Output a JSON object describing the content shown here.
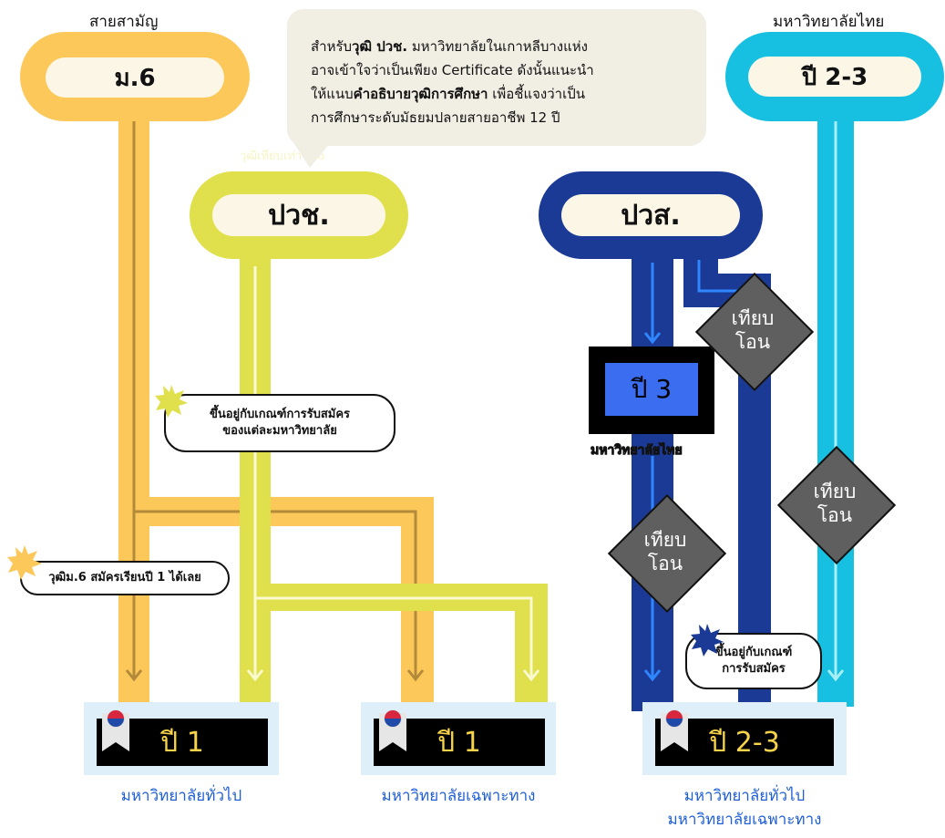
{
  "left_track": {
    "caption": "สายสามัญ",
    "node": "ม.6"
  },
  "right_track": {
    "caption": "มหาวิทยาลัยไทย",
    "node": "ปี 2-3"
  },
  "pvc_node": "ปวช.",
  "pvs_node": "ปวส.",
  "note": {
    "line1_pre": "สำหรับ",
    "line1_bold": "วุฒิ ปวช.",
    "line1_post": " มหาวิทยาลัยในเกาหลีบางแห่ง",
    "line2": "อาจเข้าใจว่าเป็นเพียง Certificate ดังนั้นแนะนำ",
    "line3_pre": "ให้แนบ",
    "line3_bold": "คำอธิบายวุฒิการศึกษา",
    "line3_post": " เพื่อชี้แจงว่าเป็น",
    "line4": "การศึกษาระดับมัธยมปลายสายอาชีพ 12 ปี",
    "ghost_label": "วุฒิเทียบเท่า ม.6"
  },
  "bubbles": {
    "criteria_each_uni_line1": "ขึ้นอยู่กับเกณฑ์การรับสมัคร",
    "criteria_each_uni_line2": "ของแต่ละมหาวิทยาลัย",
    "m6_apply": "วุฒิม.6 สมัครเรียนปี 1 ได้เลย",
    "criteria_line1": "ขึ้นอยู่กับเกณฑ์",
    "criteria_line2": "การรับสมัคร"
  },
  "year3_box": {
    "label": "ปี 3",
    "caption": "มหาวิทยาลัยไทย"
  },
  "transfer_label_line1": "เทียบ",
  "transfer_label_line2": "โอน",
  "destinations": [
    {
      "label": "ปี 1",
      "footer_line1": "มหาวิทยาลัยทั่วไป",
      "footer_line2": ""
    },
    {
      "label": "ปี 1",
      "footer_line1": "มหาวิทยาลัยเฉพาะทาง",
      "footer_line2": ""
    },
    {
      "label": "ปี 2-3",
      "footer_line1": "มหาวิทยาลัยทั่วไป",
      "footer_line2": "มหาวิทยาลัยเฉพาะทาง"
    }
  ],
  "colors": {
    "orange": "#fcc85a",
    "orange_line": "#b28a3a",
    "lime": "#dfe04c",
    "lime_line": "#fbf9d0",
    "navy": "#1a3a96",
    "blue_line": "#2f86ff",
    "cyan": "#17c0e0",
    "cyan_line": "#a8eef5",
    "note_bg": "#f1eee4",
    "diamond": "#5f5f5f",
    "footer_text": "#1f5fd6"
  }
}
